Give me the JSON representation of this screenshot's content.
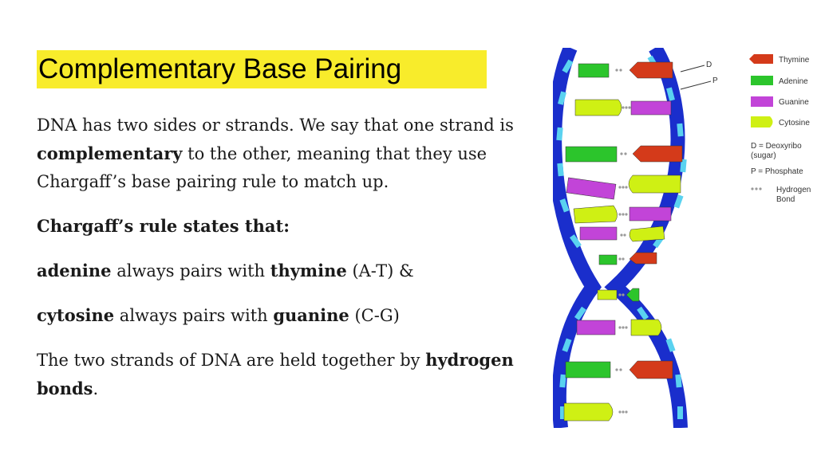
{
  "slide": {
    "title": "Complementary Base Pairing",
    "p1": {
      "t1": "DNA has two sides or strands.  We say that one strand is ",
      "b1": "complementary",
      "t2": " to the other, meaning that they use Chargaff’s base pairing rule to match up."
    },
    "p2": {
      "b1": "Chargaff’s rule states that:"
    },
    "p3": {
      "b1": "adenine",
      "t1": " always pairs with ",
      "b2": "thymine",
      "t2": " (A-T) &"
    },
    "p4": {
      "b1": "cytosine",
      "t1": " always pairs with ",
      "b2": "guanine",
      "t2": " (C-G)"
    },
    "p5": {
      "t1": "The two strands of DNA are held together by ",
      "b1": "hydrogen bonds",
      "t2": "."
    }
  },
  "diagram": {
    "labels": {
      "d": "D",
      "p": "P"
    },
    "legend": {
      "thymine": "Thymine",
      "adenine": "Adenine",
      "guanine": "Guanine",
      "cytosine": "Cytosine",
      "d_line1": "D = Deoxyribo",
      "d_line2": "(sugar)",
      "p_line": "P = Phosphate",
      "h_line1": "Hydrogen",
      "h_line2": "Bond"
    },
    "colors": {
      "backbone": "#1a2ecc",
      "phosphate": "#5ad2f0",
      "thymine": "#d43a1a",
      "adenine": "#2cc52c",
      "guanine": "#c244d8",
      "cytosine": "#cff014"
    }
  }
}
